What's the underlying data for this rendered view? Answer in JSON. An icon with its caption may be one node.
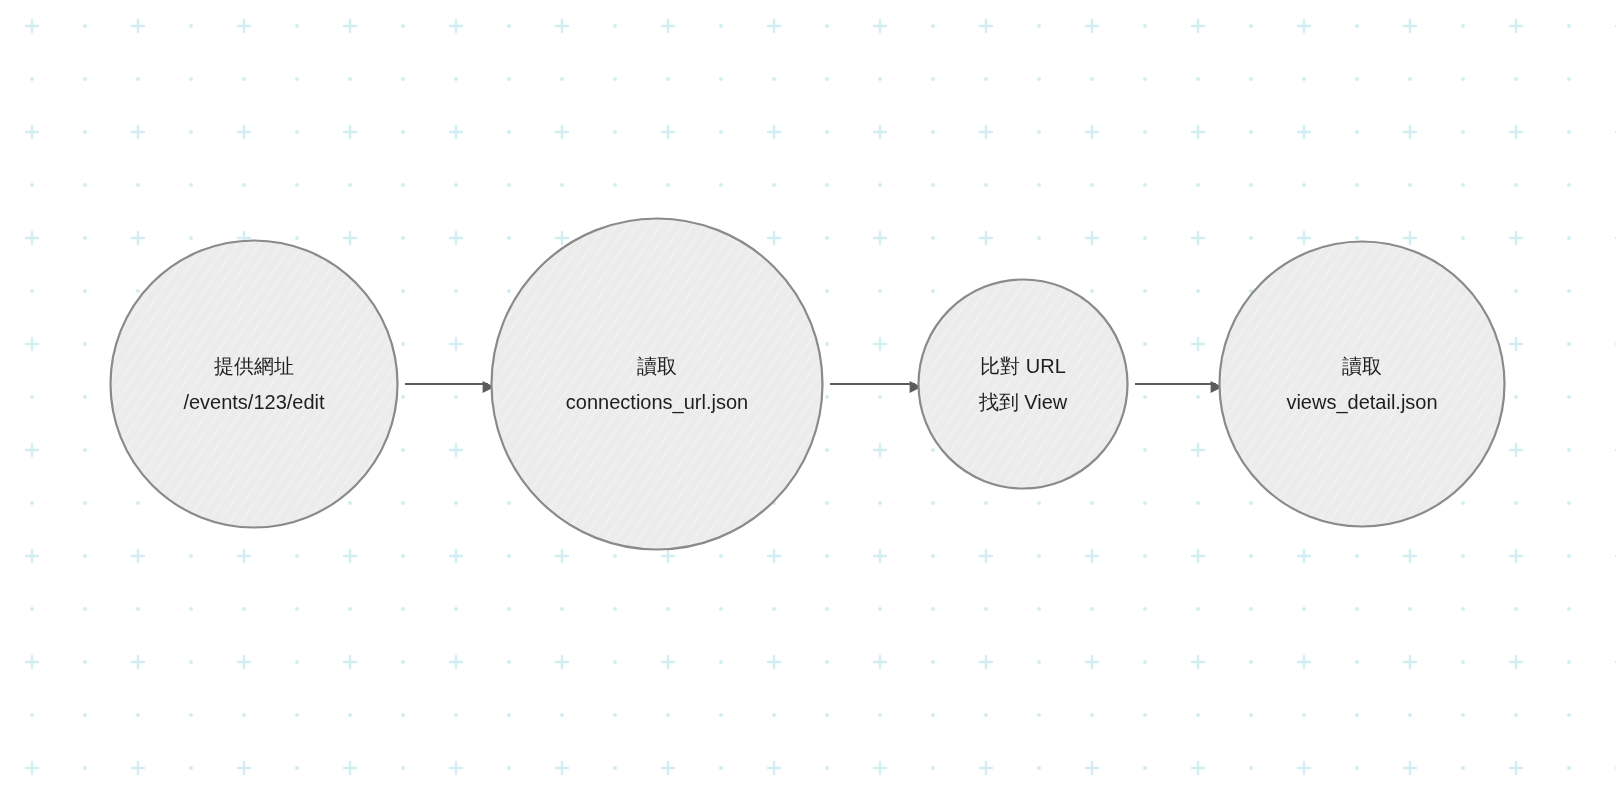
{
  "diagram": {
    "nodes": [
      {
        "text": [
          "提供網址",
          "/events/123/edit"
        ]
      },
      {
        "text": [
          "讀取",
          "connections_url.json"
        ]
      },
      {
        "text": [
          "比對 URL",
          "找到 View"
        ]
      },
      {
        "text": [
          "讀取",
          "views_detail.json"
        ]
      }
    ],
    "edges": [
      {
        "from": 0,
        "to": 1,
        "arrow": "to"
      },
      {
        "from": 1,
        "to": 2,
        "arrow": "to"
      },
      {
        "from": 2,
        "to": 3,
        "arrow": "to"
      }
    ]
  }
}
